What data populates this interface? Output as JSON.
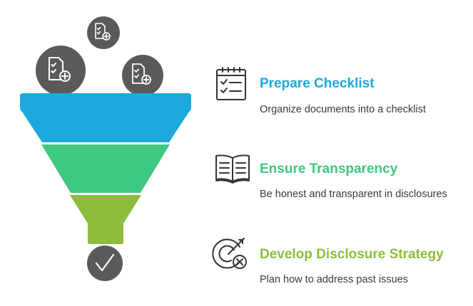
{
  "colors": {
    "blue": "#1ca8dc",
    "green": "#3ec882",
    "olive": "#8dbb3c",
    "dark_gray": "#5a5a5a",
    "icon_stroke": "#333333"
  },
  "steps": [
    {
      "title": "Prepare Checklist",
      "description": "Organize documents into a checklist",
      "icon": "checklist-icon",
      "color": "#1ca8dc"
    },
    {
      "title": "Ensure Transparency",
      "description": "Be honest and transparent in disclosures",
      "icon": "open-book-icon",
      "color": "#3ec882"
    },
    {
      "title": "Develop Disclosure Strategy",
      "description": "Plan how to address past issues",
      "icon": "target-cancel-icon",
      "color": "#8dbb3c"
    }
  ],
  "funnel": {
    "inputs": [
      "document-add-icon",
      "document-add-icon",
      "document-add-icon"
    ],
    "output": "checkmark-icon"
  }
}
